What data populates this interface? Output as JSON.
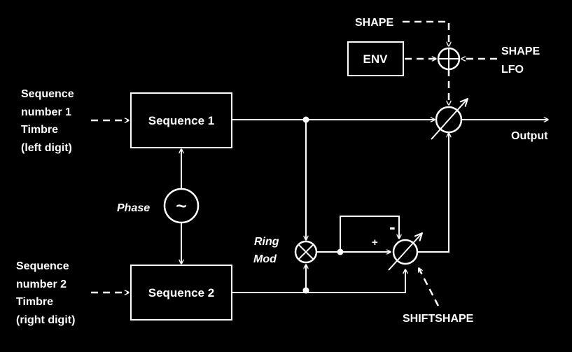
{
  "diagram": {
    "colors": {
      "background": "#000000",
      "foreground": "#ffffff"
    },
    "inputs": {
      "seq1_input": [
        "Sequence",
        "number 1",
        "Timbre",
        "(left  digit)"
      ],
      "seq2_input": [
        "Sequence",
        "number 2",
        "Timbre",
        "(right digit)"
      ],
      "shape": "SHAPE",
      "shape_lfo": [
        "SHAPE",
        "LFO"
      ],
      "shiftshape": "SHIFTSHAPE"
    },
    "blocks": {
      "sequence1": "Sequence 1",
      "sequence2": "Sequence 2",
      "env": "ENV"
    },
    "labels": {
      "phase": "Phase",
      "phase_symbol": "~",
      "ring_mod": [
        "Ring",
        "Mod"
      ],
      "plus": "+",
      "minus": "-",
      "output": "Output"
    },
    "icons": {
      "ring_mod": "multiply-circle-icon",
      "summer": "plus-circle-icon",
      "crossfade": "variable-slash-circle-icon"
    }
  }
}
